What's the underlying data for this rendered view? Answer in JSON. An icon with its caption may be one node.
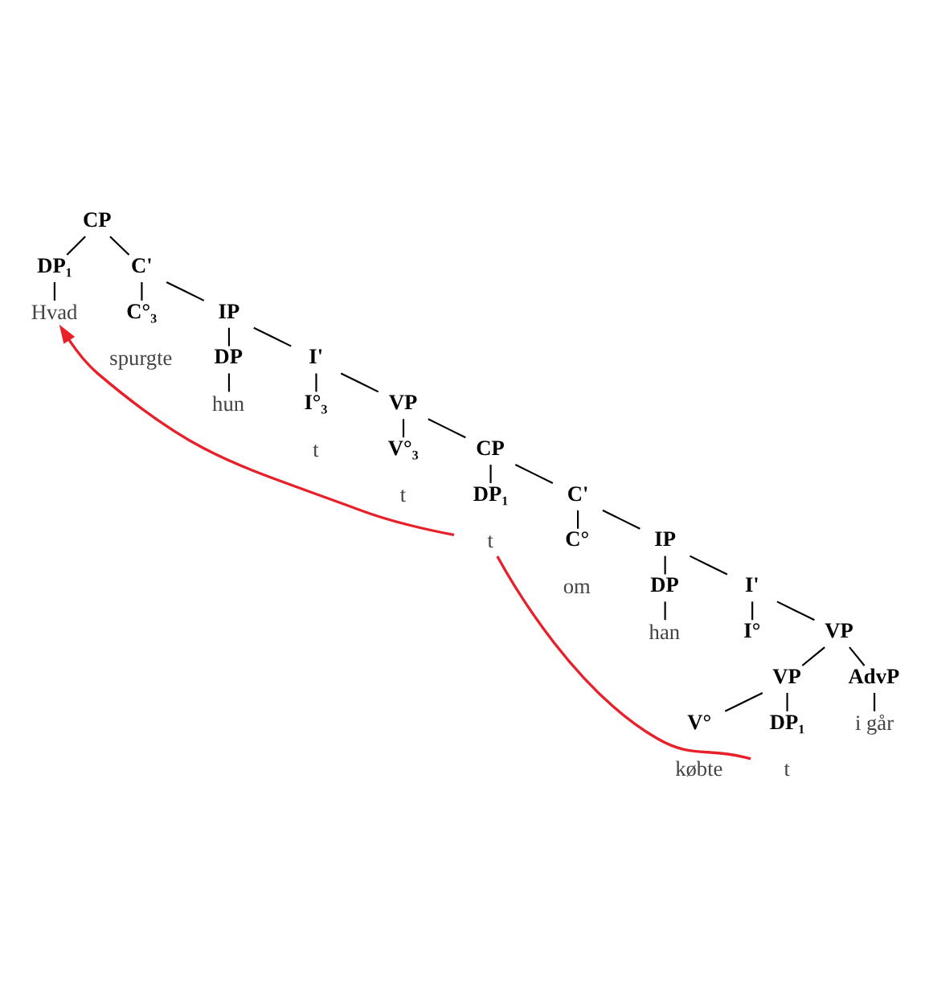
{
  "diagram": {
    "nodes": [
      {
        "text": [
          "CP"
        ]
      },
      {
        "text": [
          "DP₁"
        ]
      },
      {
        "text": [
          "C'"
        ]
      },
      {
        "text": [
          "Hvad"
        ]
      },
      {
        "text": [
          "C°₃"
        ]
      },
      {
        "text": [
          "IP"
        ]
      },
      {
        "text": [
          "spurgte"
        ]
      },
      {
        "text": [
          "DP"
        ]
      },
      {
        "text": [
          "I'"
        ]
      },
      {
        "text": [
          "hun"
        ]
      },
      {
        "text": [
          "I°₃"
        ]
      },
      {
        "text": [
          "VP"
        ]
      },
      {
        "text": [
          "t"
        ]
      },
      {
        "text": [
          "V°₃"
        ]
      },
      {
        "text": [
          "CP"
        ]
      },
      {
        "text": [
          "t"
        ]
      },
      {
        "text": [
          "DP₁"
        ]
      },
      {
        "text": [
          "C'"
        ]
      },
      {
        "text": [
          "t"
        ]
      },
      {
        "text": [
          "C°"
        ]
      },
      {
        "text": [
          "IP"
        ]
      },
      {
        "text": [
          "om"
        ]
      },
      {
        "text": [
          "DP"
        ]
      },
      {
        "text": [
          "I'"
        ]
      },
      {
        "text": [
          "han"
        ]
      },
      {
        "text": [
          "I°"
        ]
      },
      {
        "text": [
          "VP"
        ]
      },
      {
        "text": [
          "VP"
        ]
      },
      {
        "text": [
          "AdvP"
        ]
      },
      {
        "text": [
          "V°"
        ]
      },
      {
        "text": [
          "DP₁"
        ]
      },
      {
        "text": [
          "i går"
        ]
      },
      {
        "text": [
          "købte"
        ]
      },
      {
        "text": [
          "t"
        ]
      }
    ],
    "edges": [
      {
        "from": 0,
        "to": 1,
        "arrow": "none"
      },
      {
        "from": 0,
        "to": 2,
        "arrow": "none"
      },
      {
        "from": 1,
        "to": 3,
        "arrow": "none"
      },
      {
        "from": 2,
        "to": 4,
        "arrow": "none"
      },
      {
        "from": 2,
        "to": 5,
        "arrow": "none"
      },
      {
        "from": 5,
        "to": 7,
        "arrow": "none"
      },
      {
        "from": 5,
        "to": 8,
        "arrow": "none"
      },
      {
        "from": 7,
        "to": 9,
        "arrow": "none"
      },
      {
        "from": 8,
        "to": 10,
        "arrow": "none"
      },
      {
        "from": 8,
        "to": 11,
        "arrow": "none"
      },
      {
        "from": 11,
        "to": 13,
        "arrow": "none"
      },
      {
        "from": 11,
        "to": 14,
        "arrow": "none"
      },
      {
        "from": 14,
        "to": 16,
        "arrow": "none"
      },
      {
        "from": 14,
        "to": 17,
        "arrow": "none"
      },
      {
        "from": 17,
        "to": 19,
        "arrow": "none"
      },
      {
        "from": 17,
        "to": 20,
        "arrow": "none"
      },
      {
        "from": 20,
        "to": 22,
        "arrow": "none"
      },
      {
        "from": 20,
        "to": 23,
        "arrow": "none"
      },
      {
        "from": 22,
        "to": 24,
        "arrow": "none"
      },
      {
        "from": 23,
        "to": 25,
        "arrow": "none"
      },
      {
        "from": 23,
        "to": 26,
        "arrow": "none"
      },
      {
        "from": 26,
        "to": 27,
        "arrow": "none"
      },
      {
        "from": 26,
        "to": 28,
        "arrow": "none"
      },
      {
        "from": 27,
        "to": 29,
        "arrow": "none"
      },
      {
        "from": 27,
        "to": 30,
        "arrow": "none"
      },
      {
        "from": 28,
        "to": 31,
        "arrow": "none"
      },
      {
        "from": 33,
        "to": 18,
        "arrow": "none",
        "color": "#e8202a"
      },
      {
        "from": 18,
        "to": 3,
        "arrow": "to",
        "color": "#e8202a"
      }
    ]
  }
}
